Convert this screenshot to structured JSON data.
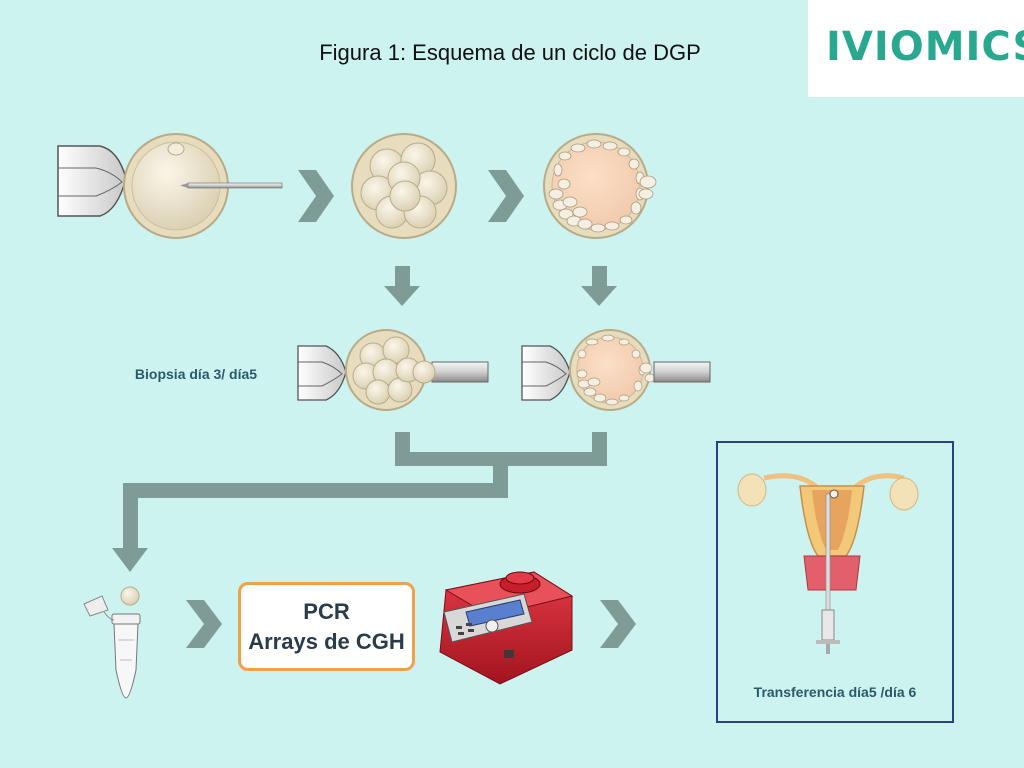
{
  "title": "Figura 1: Esquema de un ciclo de DGP",
  "logo": {
    "text": "IVIOMICS"
  },
  "labels": {
    "biopsy": "Biopsia día 3/ día5",
    "pcr_line1": "PCR",
    "pcr_line2": "Arrays de CGH",
    "transfer": "Transferencia día5 /día 6"
  },
  "colors": {
    "background": "#cdf3f1",
    "arrow": "#7e9b96",
    "logo": "#28a98f",
    "pcr_border": "#f0a048",
    "transfer_border": "#2b4080"
  }
}
